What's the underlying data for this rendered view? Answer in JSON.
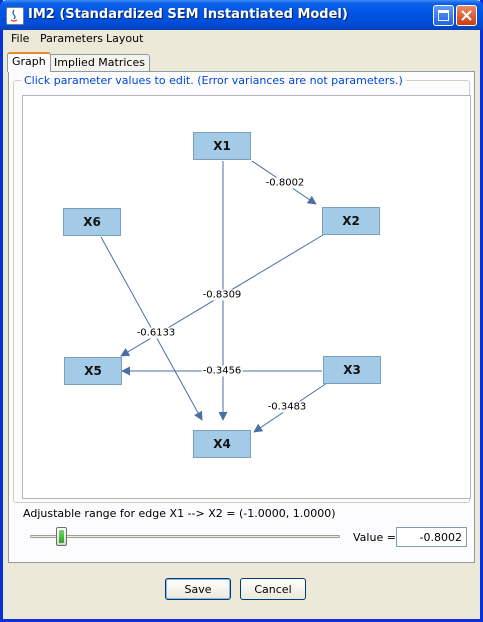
{
  "window": {
    "title": "IM2 (Standardized SEM Instantiated Model)"
  },
  "menu": [
    "File",
    "Parameters",
    "Layout"
  ],
  "tabs": [
    "Graph",
    "Implied Matrices"
  ],
  "panel": {
    "instruction": "Click parameter values to edit. (Error variances are not parameters.)"
  },
  "graph": {
    "nodes": {
      "x1": "X1",
      "x2": "X2",
      "x3": "X3",
      "x4": "X4",
      "x5": "X5",
      "x6": "X6"
    },
    "edges": {
      "x1_x2": "-0.8002",
      "x1_x4": "-0.8309",
      "x2_x5": "-0.6133",
      "x3_x5": "-0.3456",
      "x3_x4": "-0.3483"
    }
  },
  "range": {
    "text": "Adjustable range for edge X1 --> X2 = (-1.0000, 1.0000)",
    "slider_fraction": 0.1,
    "value_label": "Value =",
    "value": "-0.8002"
  },
  "buttons": {
    "save": "Save",
    "cancel": "Cancel"
  },
  "colors": {
    "node_fill": "#a3cbe7",
    "edge": "#4a6ea6",
    "title_bar": "#0054e3"
  },
  "icons": {
    "maximize": "maximize-icon",
    "close": "close-icon",
    "app": "java-app-icon"
  }
}
